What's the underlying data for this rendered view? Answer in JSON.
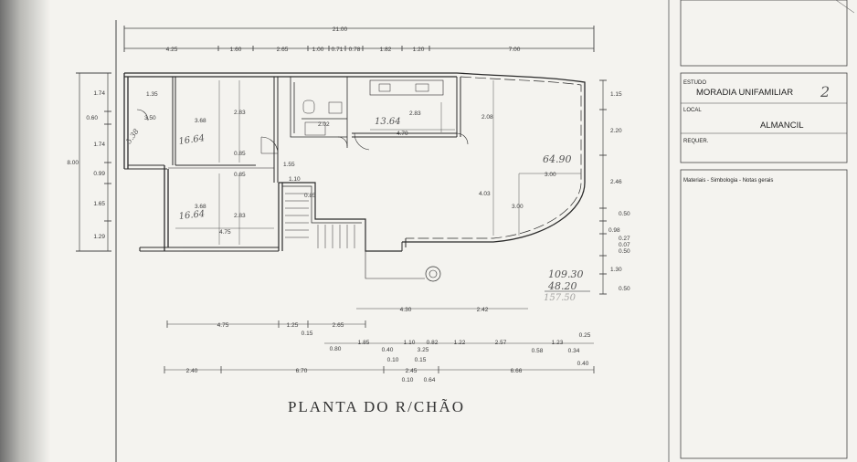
{
  "drawing": {
    "title": "PLANTA DO R/CHÃO",
    "top_dimensions": {
      "overall": "21.00",
      "segments": [
        "4.25",
        "1.60",
        "2.65",
        "1.00",
        "0.71",
        "0.78",
        "1.82",
        "1.20",
        "7.00"
      ]
    },
    "left_dimensions": {
      "overall": "8.00",
      "segments": [
        "1.74",
        "0.60",
        "1.74",
        "0.99",
        "1.65",
        "1.29"
      ]
    },
    "right_dimensions": [
      "1.15",
      "2.20",
      "2.46",
      "0.50",
      "0.98",
      "0.27",
      "0.07",
      "0.50",
      "1.30",
      "0.50"
    ],
    "interior_dimensions": [
      "1.35",
      "3.50",
      "3.68",
      "2.83",
      "0.85",
      "0.85",
      "1.55",
      "3.68",
      "2.83",
      "4.75",
      "1.10",
      "0.85",
      "2.02",
      "2.83",
      "4.70",
      "2.08",
      "4.03",
      "3.00",
      "3.00"
    ],
    "bottom_dimensions": {
      "row1": [
        "4.30",
        "2.42"
      ],
      "row2": [
        "4.75",
        "1.25",
        "2.65",
        "0.15"
      ],
      "row3": [
        "0.80",
        "1.85",
        "0.40",
        "1.10",
        "0.82",
        "1.22",
        "2.57",
        "1.23",
        "0.58",
        "0.34",
        "0.25",
        "3.25",
        "0.10",
        "0.15"
      ],
      "row4": [
        "2.40",
        "6.70",
        "2.45",
        "0.10",
        "0.64",
        "6.66",
        "0.40"
      ]
    },
    "handwritten": {
      "room_left": "16.64",
      "room_left_lower": "16.64",
      "kitchen": "13.64",
      "living": "64.90",
      "sums": [
        "109.30",
        "48.20",
        "157.50"
      ],
      "corner": "5.38"
    }
  },
  "title_block": {
    "estudo_label": "ESTUDO",
    "estudo_value": "MORADIA UNIFAMILIAR",
    "estudo_mark": "2",
    "local_label": "LOCAL",
    "local_value": "ALMANCIL",
    "requer_label": "REQUER.",
    "notes": "Materiais - Simbologia - Notas gerais"
  }
}
